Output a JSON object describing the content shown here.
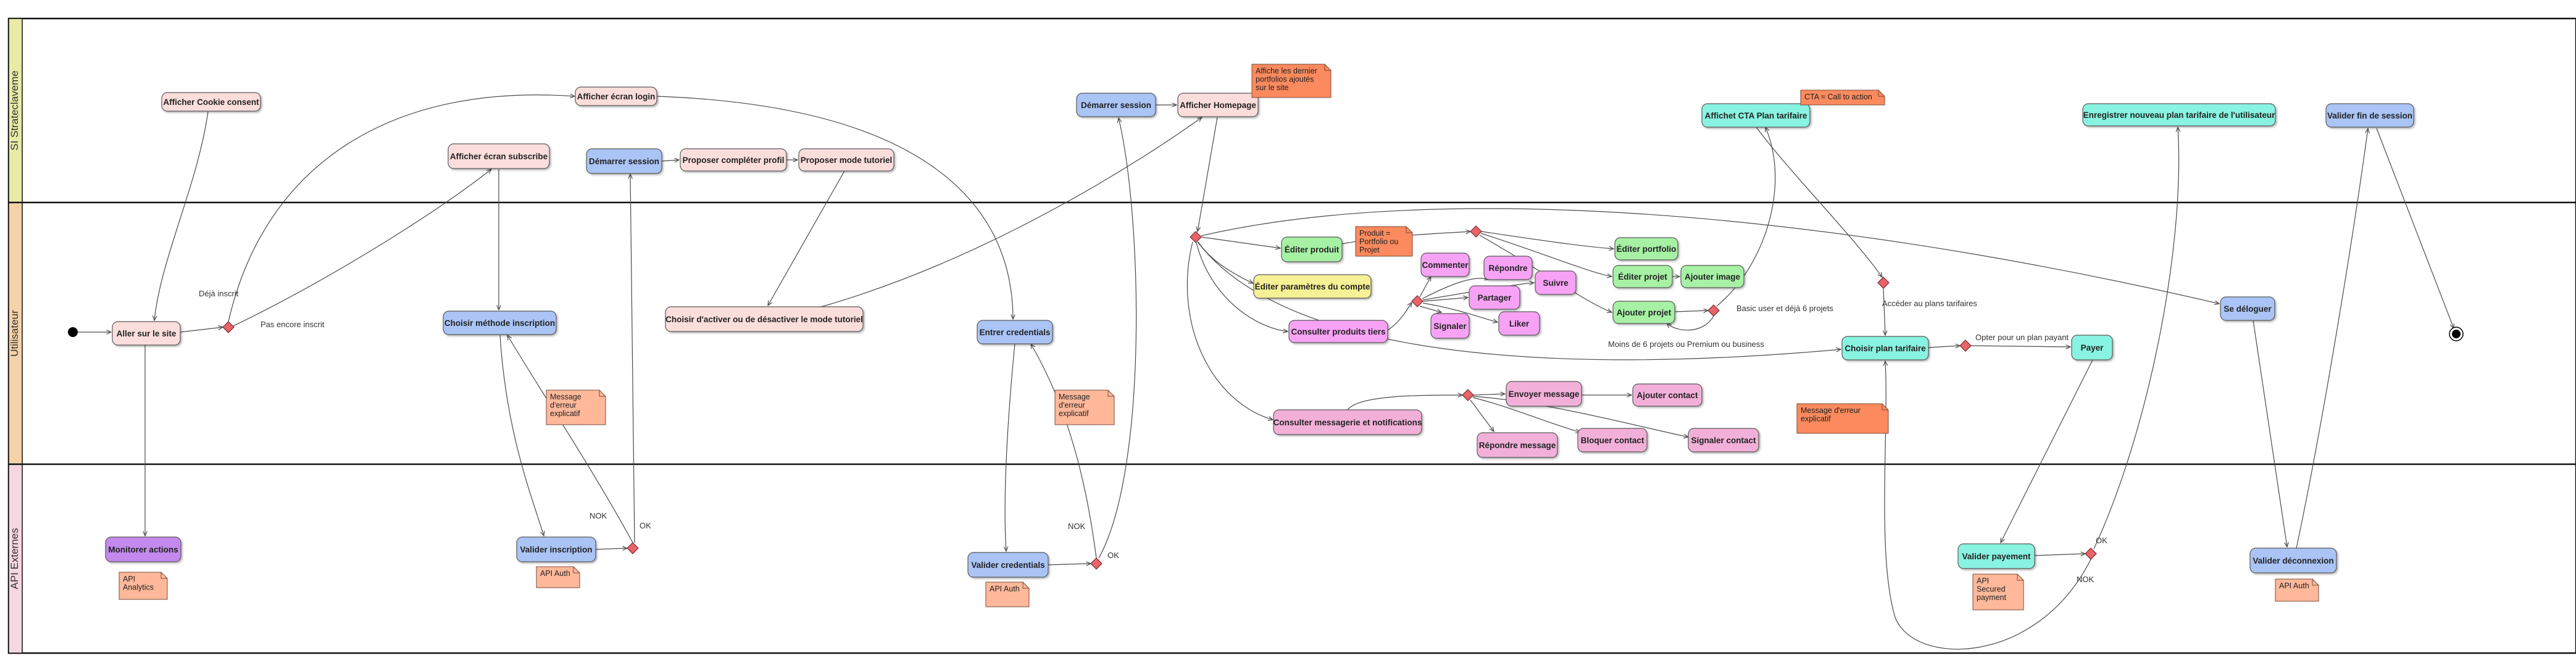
{
  "colors": {
    "lane_si": "#e8eaa6",
    "lane_user": "#f6d2a9",
    "lane_api": "#f6d7e0",
    "pink": "#fbdedb",
    "blue": "#a9c4f5",
    "green": "#a7f1a5",
    "magenta": "#f7a2f5",
    "cyan": "#88f3e0",
    "purple": "#c389ec",
    "yellow": "#f6f194",
    "mauve": "#f2b0d9",
    "note": "#ffb89a",
    "note_dark": "#fb8a5e",
    "decision": "#e8636a",
    "stroke": "#5a5a5a"
  },
  "lanes": [
    {
      "id": "si",
      "label": "SI Strateclaveme"
    },
    {
      "id": "user",
      "label": "Utilisateur"
    },
    {
      "id": "api",
      "label": "API Externes"
    }
  ],
  "nodes": [
    {
      "id": "cookie",
      "label": "Afficher Cookie consent",
      "color": "pink"
    },
    {
      "id": "login_screen",
      "label": "Afficher écran login",
      "color": "pink"
    },
    {
      "id": "subscribe_screen",
      "label": "Afficher écran  subscribe",
      "color": "pink"
    },
    {
      "id": "start_session1",
      "label": "Démarrer session",
      "color": "blue"
    },
    {
      "id": "propose_profile",
      "label": "Proposer compléter profil",
      "color": "pink"
    },
    {
      "id": "propose_tutorial",
      "label": "Proposer mode tutoriel",
      "color": "pink"
    },
    {
      "id": "start_session2",
      "label": "Démarrer  session",
      "color": "blue"
    },
    {
      "id": "homepage",
      "label": "Afficher Homepage",
      "color": "pink"
    },
    {
      "id": "cta_plan",
      "label": "Affichet CTA Plan tarifaire",
      "color": "cyan"
    },
    {
      "id": "save_plan",
      "label": "Enregistrer nouveau plan tarifaire de l'utilisateur",
      "color": "cyan"
    },
    {
      "id": "end_session",
      "label": "Valider fin de session",
      "color": "blue"
    },
    {
      "id": "go_site",
      "label": "Aller sur le site",
      "color": "pink"
    },
    {
      "id": "choose_method",
      "label": "Choisir méthode inscription",
      "color": "blue"
    },
    {
      "id": "tutorial_toggle",
      "label": "Choisir d'activer ou de désactiver le mode tutoriel",
      "color": "pink"
    },
    {
      "id": "enter_creds",
      "label": "Entrer credentials",
      "color": "blue"
    },
    {
      "id": "edit_product",
      "label": "Éditer produit",
      "color": "green"
    },
    {
      "id": "edit_account",
      "label": "Éditer paramètres du compte",
      "color": "yellow"
    },
    {
      "id": "consult_products",
      "label": "Consulter produits tiers",
      "color": "magenta"
    },
    {
      "id": "commenter",
      "label": "Commenter",
      "color": "magenta"
    },
    {
      "id": "repondre",
      "label": "Répondre",
      "color": "magenta"
    },
    {
      "id": "partager",
      "label": "Partager",
      "color": "magenta"
    },
    {
      "id": "suivre",
      "label": "Suivre",
      "color": "magenta"
    },
    {
      "id": "signaler",
      "label": "Signaler",
      "color": "magenta"
    },
    {
      "id": "liker",
      "label": "Liker",
      "color": "magenta"
    },
    {
      "id": "edit_portfolio",
      "label": "Éditer portfolio",
      "color": "green"
    },
    {
      "id": "edit_project",
      "label": "Éditer projet",
      "color": "green"
    },
    {
      "id": "add_image",
      "label": "Ajouter image",
      "color": "green"
    },
    {
      "id": "add_project",
      "label": "Ajouter projet",
      "color": "green"
    },
    {
      "id": "consult_msg",
      "label": "Consulter messagerie et notifications",
      "color": "mauve"
    },
    {
      "id": "send_msg",
      "label": "Envoyer message",
      "color": "mauve"
    },
    {
      "id": "add_contact",
      "label": "Ajouter contact",
      "color": "mauve"
    },
    {
      "id": "reply_msg",
      "label": "Répondre message",
      "color": "mauve"
    },
    {
      "id": "block_contact",
      "label": "Bloquer contact",
      "color": "mauve"
    },
    {
      "id": "report_contact",
      "label": "Signaler contact",
      "color": "mauve"
    },
    {
      "id": "choose_plan",
      "label": "Choisir plan tarifaire",
      "color": "cyan"
    },
    {
      "id": "pay",
      "label": "Payer",
      "color": "cyan"
    },
    {
      "id": "logout",
      "label": "Se déloguer",
      "color": "blue"
    },
    {
      "id": "monitor",
      "label": "Monitorer actions",
      "color": "purple"
    },
    {
      "id": "validate_signup",
      "label": "Valider inscription",
      "color": "blue"
    },
    {
      "id": "validate_creds",
      "label": "Valider credentials",
      "color": "blue"
    },
    {
      "id": "validate_payment",
      "label": "Valider payement",
      "color": "cyan"
    },
    {
      "id": "validate_logout",
      "label": "Valider déconnexion",
      "color": "blue"
    }
  ],
  "notes": [
    {
      "id": "note_homepage",
      "lines": [
        "Affiche les dernier",
        "portfolios ajoutés",
        "sur le site"
      ],
      "color": "note_dark"
    },
    {
      "id": "note_cta",
      "lines": [
        "CTA = Call to action"
      ],
      "color": "note_dark"
    },
    {
      "id": "note_product",
      "lines": [
        "Produit =",
        "Portfolio ou",
        "Projet"
      ],
      "color": "note_dark"
    },
    {
      "id": "note_err1",
      "lines": [
        "Message",
        "d'erreur",
        "explicatif"
      ],
      "color": "note"
    },
    {
      "id": "note_err2",
      "lines": [
        "Message",
        "d'erreur",
        "explicatif"
      ],
      "color": "note"
    },
    {
      "id": "note_err3",
      "lines": [
        "Message d'erreur",
        "explicatif"
      ],
      "color": "note_dark"
    },
    {
      "id": "note_analytics",
      "lines": [
        "API",
        "Analytics"
      ],
      "color": "note"
    },
    {
      "id": "note_auth1",
      "lines": [
        "API Auth"
      ],
      "color": "note"
    },
    {
      "id": "note_auth2",
      "lines": [
        "API Auth"
      ],
      "color": "note"
    },
    {
      "id": "note_payment",
      "lines": [
        "API",
        "Secured",
        "payment"
      ],
      "color": "note"
    },
    {
      "id": "note_auth3",
      "lines": [
        "API Auth"
      ],
      "color": "note"
    }
  ],
  "edge_labels": [
    {
      "id": "lbl_deja",
      "text": "Déjà inscrit"
    },
    {
      "id": "lbl_pas",
      "text": "Pas encore inscrit"
    },
    {
      "id": "lbl_nok1",
      "text": "NOK"
    },
    {
      "id": "lbl_ok1",
      "text": "OK"
    },
    {
      "id": "lbl_nok2",
      "text": "NOK"
    },
    {
      "id": "lbl_ok2",
      "text": "OK"
    },
    {
      "id": "lbl_basic",
      "text": "Basic user et déjà 6 projets"
    },
    {
      "id": "lbl_moins",
      "text": "Moins de 6 projets ou Premium ou business"
    },
    {
      "id": "lbl_acceder",
      "text": "Accéder au plans tarifaires"
    },
    {
      "id": "lbl_opter",
      "text": "Opter pour un plan payant"
    },
    {
      "id": "lbl_ok3",
      "text": "OK"
    },
    {
      "id": "lbl_nok3",
      "text": "NOK"
    }
  ]
}
